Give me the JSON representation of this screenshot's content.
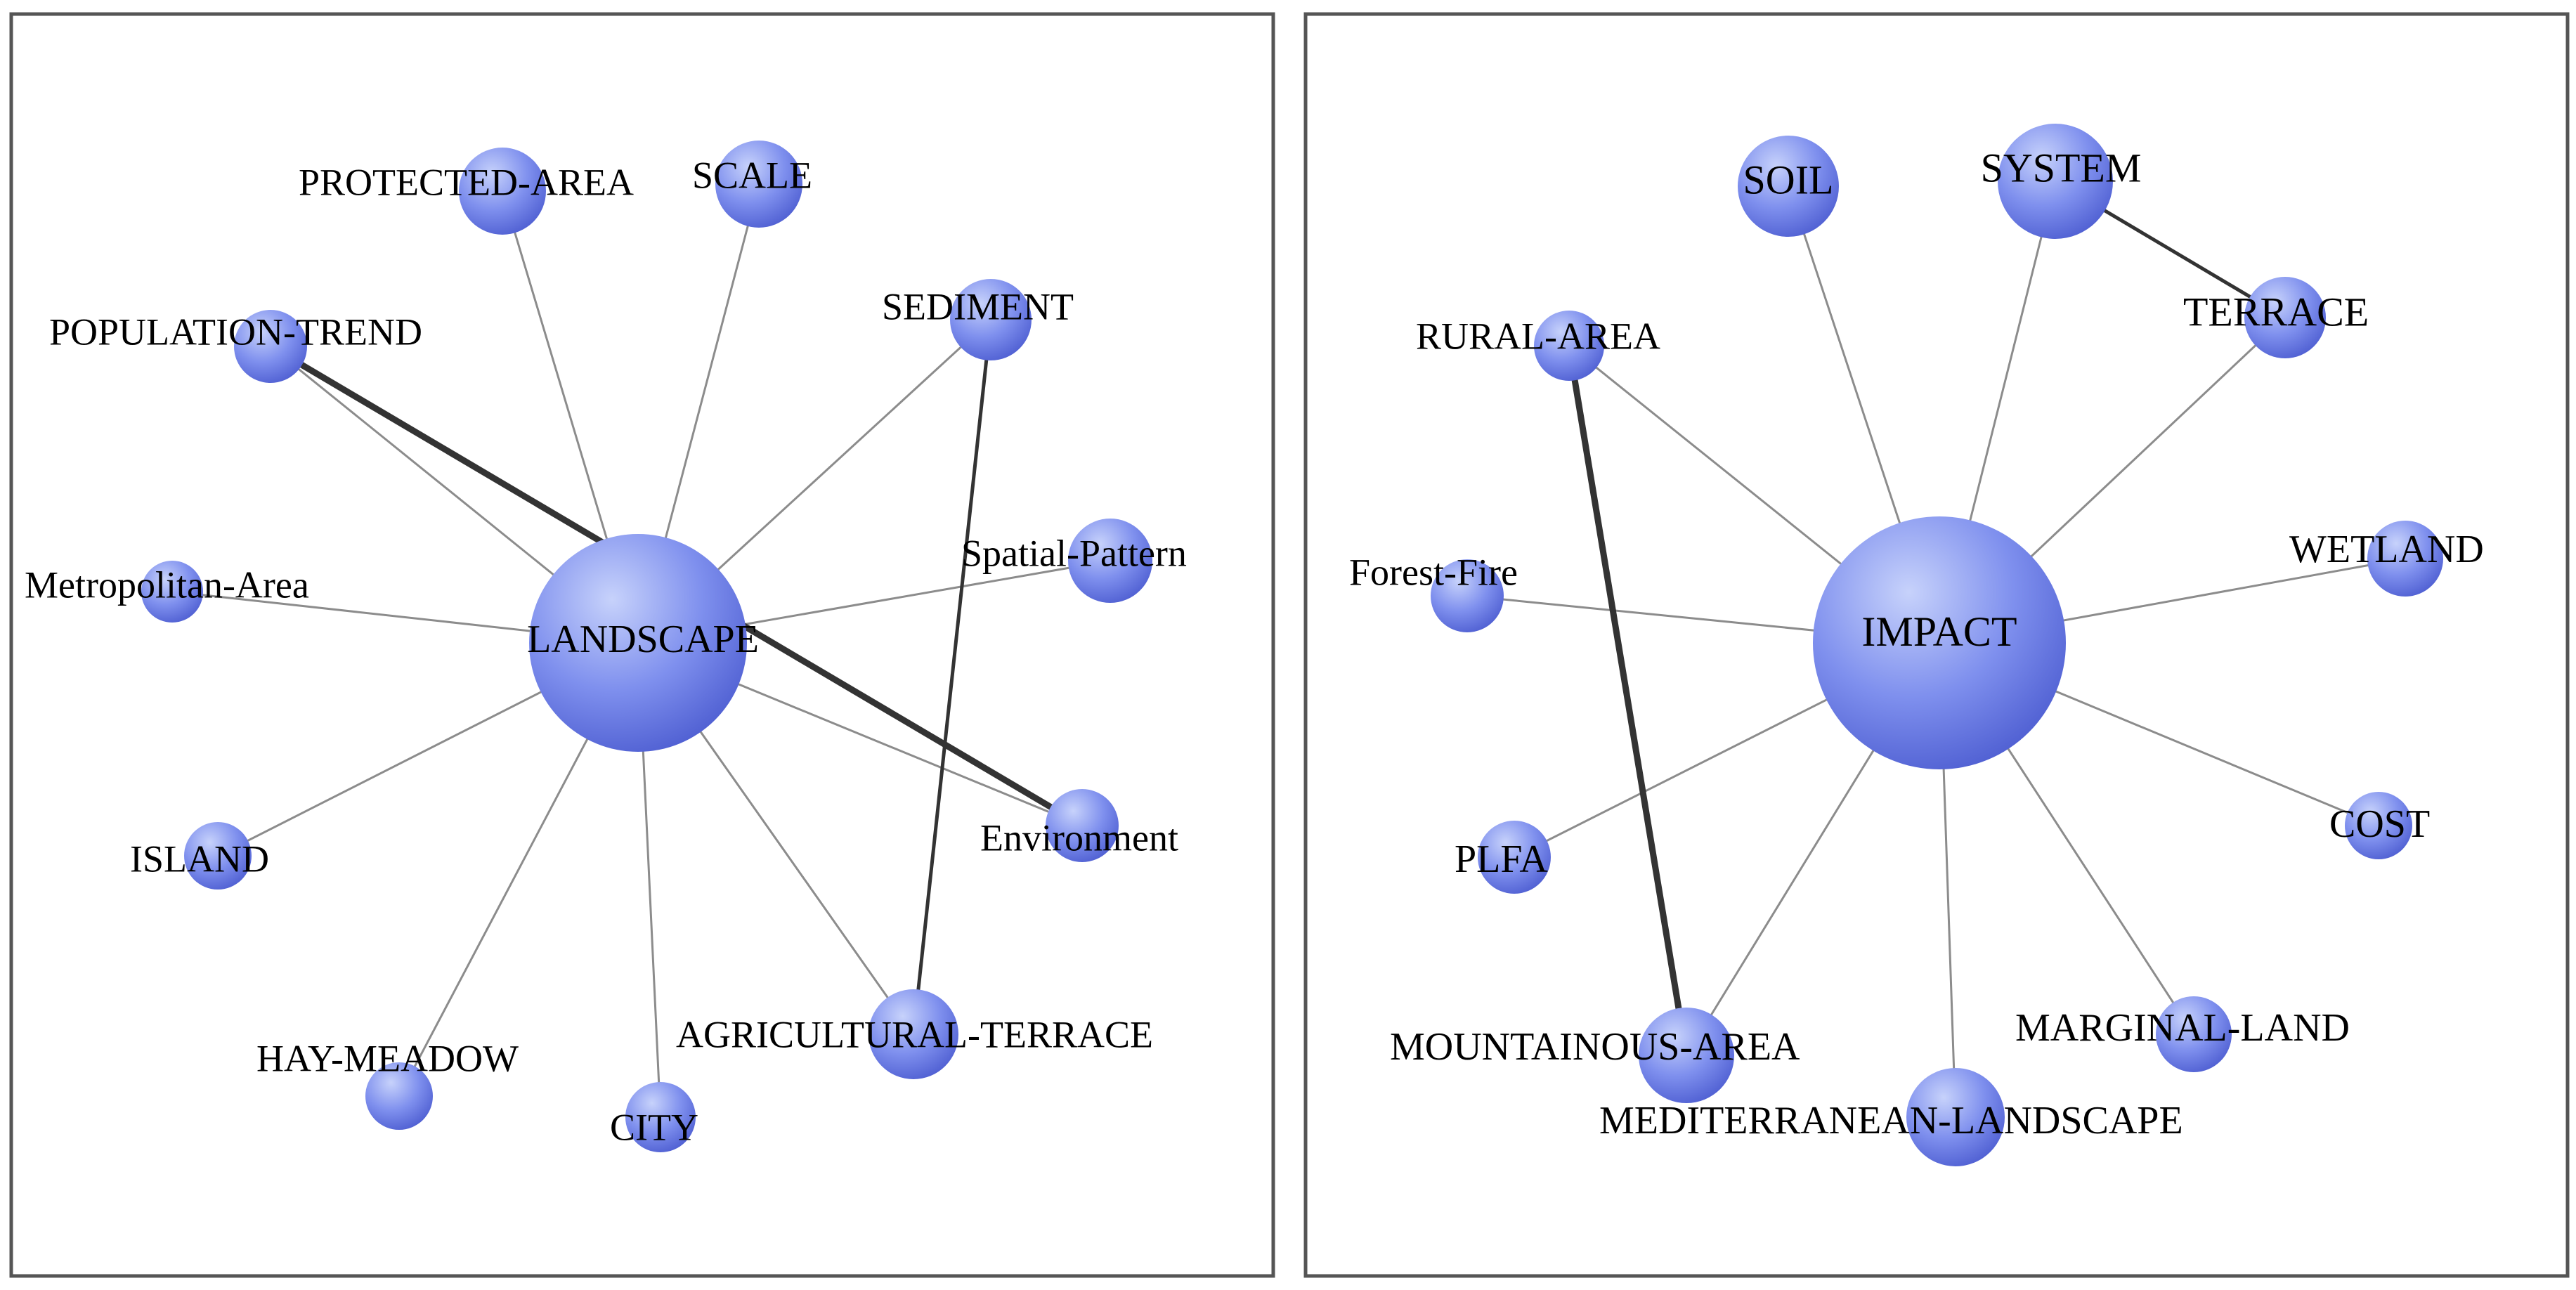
{
  "colors": {
    "node_light": "#c7d2fb",
    "node_mid": "#7f90ee",
    "node_dark": "#4f5fd2",
    "edge_thick": "#333333",
    "edge_thin": "#8c8c8c",
    "panel_border": "#555555",
    "background": "#ffffff"
  },
  "panels": [
    {
      "name": "left-network",
      "nodes": [
        {
          "id": "LANDSCAPE",
          "label": "LANDSCAPE",
          "hub": true
        },
        {
          "id": "PROTECTED-AREA",
          "label": "PROTECTED-AREA"
        },
        {
          "id": "SCALE",
          "label": "SCALE"
        },
        {
          "id": "POPULATION-TREND",
          "label": "POPULATION-TREND"
        },
        {
          "id": "SEDIMENT",
          "label": "SEDIMENT"
        },
        {
          "id": "Metropolitan-Area",
          "label": "Metropolitan-Area"
        },
        {
          "id": "Spatial-Pattern",
          "label": "Spatial-Pattern"
        },
        {
          "id": "ISLAND",
          "label": "ISLAND"
        },
        {
          "id": "Environment",
          "label": "Environment"
        },
        {
          "id": "HAY-MEADOW",
          "label": "HAY-MEADOW"
        },
        {
          "id": "CITY",
          "label": "CITY"
        },
        {
          "id": "AGRICULTURAL-TERRACE",
          "label": "AGRICULTURAL-TERRACE"
        }
      ],
      "edges": [
        {
          "from": "LANDSCAPE",
          "to": "PROTECTED-AREA",
          "weight": "thin"
        },
        {
          "from": "LANDSCAPE",
          "to": "SCALE",
          "weight": "thin"
        },
        {
          "from": "LANDSCAPE",
          "to": "POPULATION-TREND",
          "weight": "thin"
        },
        {
          "from": "LANDSCAPE",
          "to": "SEDIMENT",
          "weight": "thin"
        },
        {
          "from": "LANDSCAPE",
          "to": "Metropolitan-Area",
          "weight": "thin"
        },
        {
          "from": "LANDSCAPE",
          "to": "Spatial-Pattern",
          "weight": "thin"
        },
        {
          "from": "LANDSCAPE",
          "to": "ISLAND",
          "weight": "thin"
        },
        {
          "from": "LANDSCAPE",
          "to": "Environment",
          "weight": "thin"
        },
        {
          "from": "LANDSCAPE",
          "to": "HAY-MEADOW",
          "weight": "thin"
        },
        {
          "from": "LANDSCAPE",
          "to": "CITY",
          "weight": "thin"
        },
        {
          "from": "LANDSCAPE",
          "to": "AGRICULTURAL-TERRACE",
          "weight": "thin"
        },
        {
          "from": "POPULATION-TREND",
          "to": "Environment",
          "weight": "thick"
        },
        {
          "from": "SEDIMENT",
          "to": "AGRICULTURAL-TERRACE",
          "weight": "medium"
        }
      ]
    },
    {
      "name": "right-network",
      "nodes": [
        {
          "id": "IMPACT",
          "label": "IMPACT",
          "hub": true
        },
        {
          "id": "SOIL",
          "label": "SOIL"
        },
        {
          "id": "SYSTEM",
          "label": "SYSTEM"
        },
        {
          "id": "RURAL-AREA",
          "label": "RURAL-AREA"
        },
        {
          "id": "TERRACE",
          "label": "TERRACE"
        },
        {
          "id": "Forest-Fire",
          "label": "Forest-Fire"
        },
        {
          "id": "WETLAND",
          "label": "WETLAND"
        },
        {
          "id": "PLFA",
          "label": "PLFA"
        },
        {
          "id": "COST",
          "label": "COST"
        },
        {
          "id": "MOUNTAINOUS-AREA",
          "label": "MOUNTAINOUS-AREA"
        },
        {
          "id": "MARGINAL-LAND",
          "label": "MARGINAL-LAND"
        },
        {
          "id": "MEDITERRANEAN-LANDSCAPE",
          "label": "MEDITERRANEAN-LANDSCAPE"
        }
      ],
      "edges": [
        {
          "from": "IMPACT",
          "to": "SOIL",
          "weight": "thin"
        },
        {
          "from": "IMPACT",
          "to": "SYSTEM",
          "weight": "thin"
        },
        {
          "from": "IMPACT",
          "to": "RURAL-AREA",
          "weight": "thin"
        },
        {
          "from": "IMPACT",
          "to": "TERRACE",
          "weight": "thin"
        },
        {
          "from": "IMPACT",
          "to": "Forest-Fire",
          "weight": "thin"
        },
        {
          "from": "IMPACT",
          "to": "WETLAND",
          "weight": "thin"
        },
        {
          "from": "IMPACT",
          "to": "PLFA",
          "weight": "thin"
        },
        {
          "from": "IMPACT",
          "to": "COST",
          "weight": "thin"
        },
        {
          "from": "IMPACT",
          "to": "MOUNTAINOUS-AREA",
          "weight": "thin"
        },
        {
          "from": "IMPACT",
          "to": "MARGINAL-LAND",
          "weight": "thin"
        },
        {
          "from": "IMPACT",
          "to": "MEDITERRANEAN-LANDSCAPE",
          "weight": "thin"
        },
        {
          "from": "SYSTEM",
          "to": "TERRACE",
          "weight": "medium"
        },
        {
          "from": "RURAL-AREA",
          "to": "MOUNTAINOUS-AREA",
          "weight": "thick"
        }
      ]
    }
  ]
}
